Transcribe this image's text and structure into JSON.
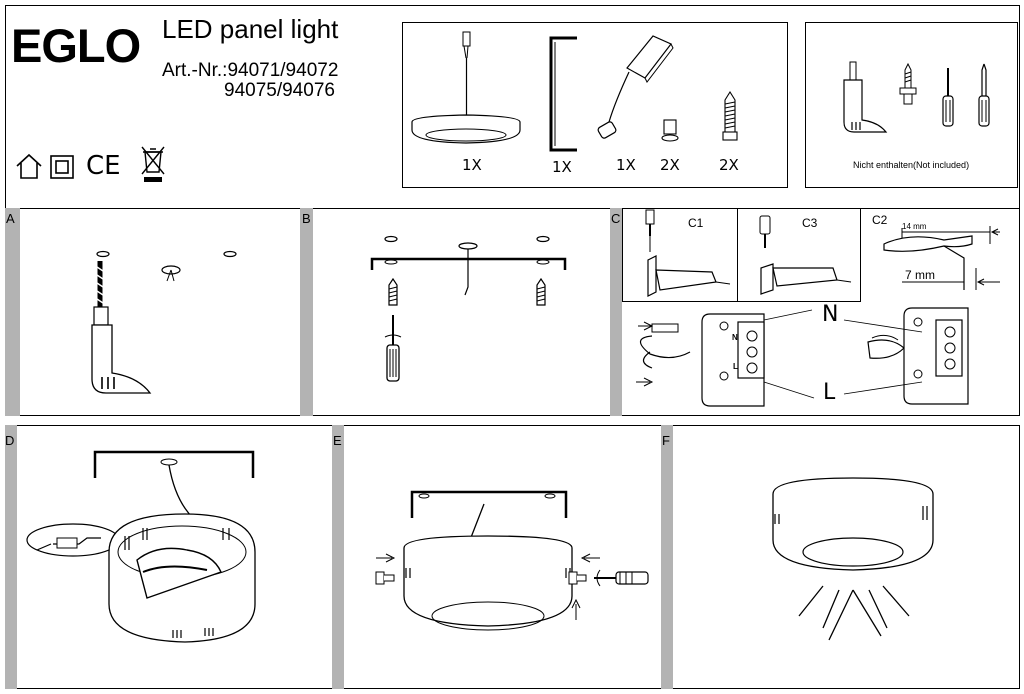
{
  "header": {
    "brand": "EGLO",
    "title": "LED panel light",
    "art_line1": "Art.-Nr.:94071/94072",
    "art_line2": "94075/94076",
    "ce_mark": "CE",
    "icons": [
      "indoor-house-icon",
      "class-ii-double-square-icon",
      "ce-mark-icon",
      "weee-crossed-bin-icon"
    ]
  },
  "package": {
    "counts": [
      "1X",
      "1X",
      "1X",
      "2X",
      "2X"
    ]
  },
  "not_included": {
    "text": "Nicht enthalten(Not included)"
  },
  "steps": {
    "a": "A",
    "b": "B",
    "c": "C",
    "d": "D",
    "e": "E",
    "f": "F",
    "c1": "C1",
    "c2": "C2",
    "c3": "C3"
  },
  "wiring": {
    "strip_14": "14 mm",
    "strip_7": "7 mm",
    "neutral": "N",
    "live": "L",
    "terminal_n": "N",
    "terminal_l": "L"
  }
}
